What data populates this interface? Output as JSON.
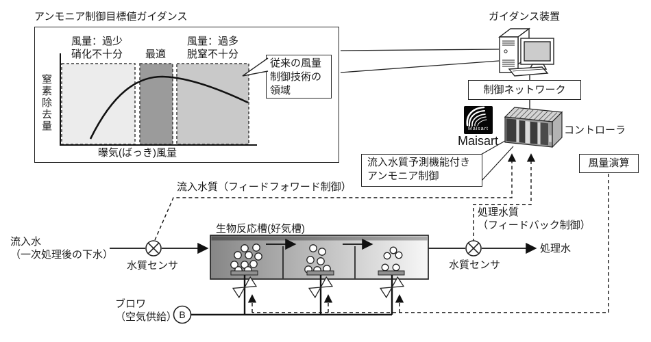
{
  "panel": {
    "title": "アンモニア制御目標値ガイダンス",
    "region_low_line1": "風量：過少",
    "region_low_line2": "硝化不十分",
    "region_optimal": "最適",
    "region_high_line1": "風量：過多",
    "region_high_line2": "脱窒不十分",
    "y_axis": "窒素除去量",
    "x_axis": "曝気(ばっき)風量",
    "callout_line1": "従来の風量",
    "callout_line2": "制御技術の",
    "callout_line3": "領域"
  },
  "system": {
    "guidance_device": "ガイダンス装置",
    "network": "制御ネットワーク",
    "maisart_logo_small": "Maisart",
    "maisart_caption": "Maisart",
    "controller": "コントローラ",
    "ammonia_line1": "流入水質予測機能付き",
    "ammonia_line2": "アンモニア制御",
    "airflow_calc": "風量演算"
  },
  "process": {
    "inflow_line1": "流入水",
    "inflow_line2": "（一次処理後の下水）",
    "sensor_in": "水質センサ",
    "feedforward": "流入水質（フィードフォワード制御）",
    "tank": "生物反応槽(好気槽)",
    "feedback_line1": "処理水質",
    "feedback_line2": "（フィードバック制御）",
    "sensor_out": "水質センサ",
    "outflow": "処理水",
    "blower_line1": "ブロワ",
    "blower_line2": "（空気供給）",
    "blower_symbol": "B"
  },
  "colors": {
    "ink": "#1a1a1a",
    "region_low": "#ececec",
    "region_optimal": "#9b9b9b",
    "region_high": "#c9c9c9",
    "tank_gradient_dark": "#898989",
    "tank_gradient_light": "#f6f6f6",
    "monitor_screen": "#cccccc",
    "maisart_bg": "#050505"
  },
  "chart_data": {
    "type": "line",
    "title": "アンモニア制御目標値ガイダンス",
    "xlabel": "曝気(ばっき)風量",
    "ylabel": "窒素除去量",
    "x_numeric": false,
    "grid": false,
    "regions": [
      {
        "label": "風量：過少 硝化不十分",
        "position": "left",
        "color": "#ececec"
      },
      {
        "label": "最適",
        "position": "center",
        "color": "#9b9b9b"
      },
      {
        "label": "風量：過多 脱窒不十分",
        "position": "right",
        "color": "#c9c9c9"
      }
    ],
    "curve_points_norm": [
      [
        0.15,
        0.07
      ],
      [
        0.25,
        0.4
      ],
      [
        0.35,
        0.7
      ],
      [
        0.45,
        0.92
      ],
      [
        0.53,
        1.0
      ],
      [
        0.62,
        0.97
      ],
      [
        0.75,
        0.82
      ],
      [
        0.88,
        0.65
      ],
      [
        0.97,
        0.53
      ]
    ],
    "annotation": "従来の風量制御技術の領域"
  }
}
